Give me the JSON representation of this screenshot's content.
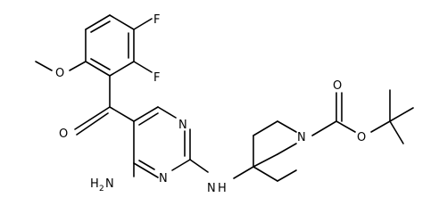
{
  "atoms": {
    "f_top": "F",
    "f_mid": "F",
    "o_methoxy": "O",
    "o_ketone": "O",
    "n_ring_top": "N",
    "n_ring_bottom": "N",
    "nh2": "H",
    "nh2_n": "N",
    "nh2_sub": "2",
    "nh_n": "N",
    "nh_h": "H",
    "n_piperidine": "N",
    "o_carbamate_carbonyl": "O",
    "o_carbamate_ester": "O"
  }
}
